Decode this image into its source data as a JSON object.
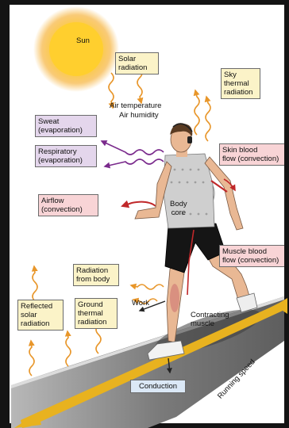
{
  "labels": {
    "sun": "Sun",
    "solar_radiation": "Solar\nradiation",
    "sky_thermal": "Sky\nthermal\nradiation",
    "air_temperature": "Air temperature",
    "air_humidity": "Air humidity",
    "sweat": "Sweat\n(evaporation)",
    "respiratory": "Respiratory\n(evaporation)",
    "skin_blood": "Skin blood\nflow (convection)",
    "airflow": "Airflow\n(convection)",
    "body_core": "Body\ncore",
    "muscle_blood": "Muscle blood\nflow (convection)",
    "radiation_body": "Radiation\nfrom body",
    "reflected_solar": "Reflected\nsolar\nradiation",
    "ground_thermal": "Ground\nthermal\nradiation",
    "work": "Work",
    "contracting_muscle": "Contracting\nmuscle",
    "conduction": "Conduction",
    "running_speed": "Running speed"
  },
  "colors": {
    "solar_arrows": "#e8962a",
    "evaporation_arrows": "#7a2a8c",
    "convection_arrows": "#c0282a",
    "treadmill": "#8c8c8c",
    "running_speed_arrow": "#e8b21f"
  }
}
